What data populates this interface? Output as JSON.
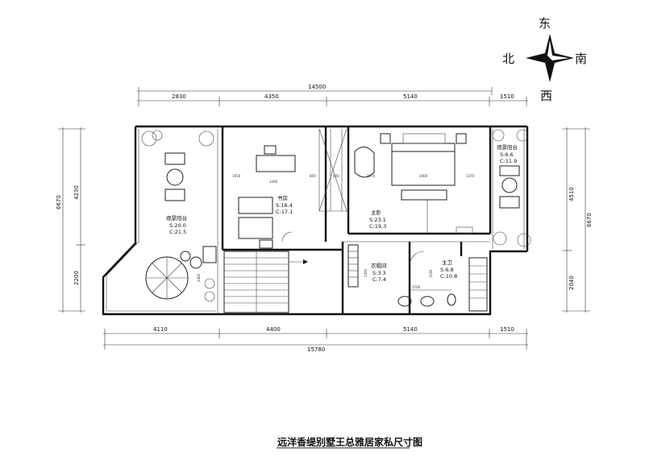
{
  "title": "远洋香缇别墅王总雅居家私尺寸图",
  "compass": {
    "east": "东",
    "west": "西",
    "north": "北",
    "south": "南"
  },
  "dimensions": {
    "top_total": "14500",
    "top": [
      "2830",
      "4350",
      "5140",
      "1510"
    ],
    "bottom": [
      "4110",
      "4400",
      "5140",
      "1510"
    ],
    "bottom_total": "15780",
    "left": [
      "4230",
      "2200"
    ],
    "left_total": "6670",
    "right": [
      "4510",
      "2040"
    ],
    "right_total": "6670"
  },
  "rooms": {
    "balcony_left": {
      "name": "观景阳台",
      "s": "S:20.0",
      "c": "C:21.5"
    },
    "study": {
      "name": "书房",
      "s": "S:18.4",
      "c": "C:17.1"
    },
    "master_bedroom": {
      "name": "主卧",
      "s": "S:23.1",
      "c": "C:19.3"
    },
    "balcony_right": {
      "name": "观景阳台",
      "s": "S:6.6",
      "c": "C:11.9"
    },
    "closet": {
      "name": "衣帽间",
      "s": "S:3.3",
      "c": "C:7.4"
    },
    "master_bath": {
      "name": "主卫",
      "s": "S:6.8",
      "c": "C:10.8"
    }
  },
  "inner_dims": [
    "1050",
    "1260",
    "800",
    "600",
    "2070",
    "2000",
    "1370",
    "1700",
    "1190",
    "1450",
    "3460"
  ]
}
